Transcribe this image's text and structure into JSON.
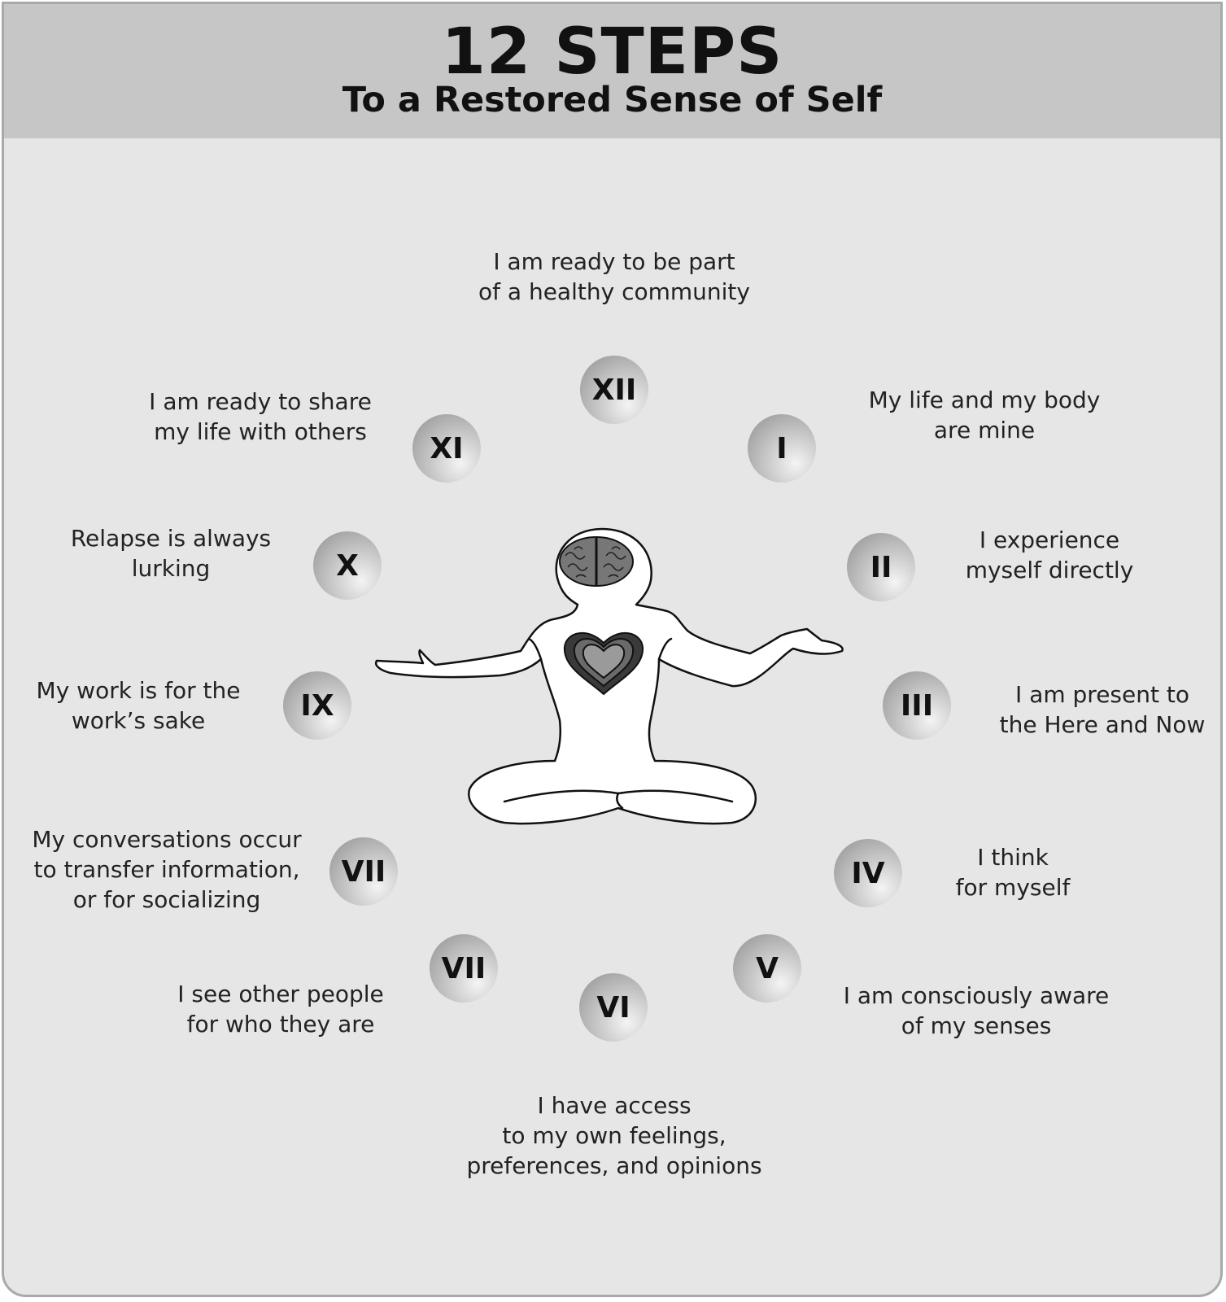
{
  "title": "12 STEPS",
  "subtitle": "To a Restored Sense of Self",
  "steps": [
    {
      "numeral": "XII",
      "lines": [
        "I am ready to be part",
        "of a healthy community"
      ]
    },
    {
      "numeral": "I",
      "lines": [
        "My life and my body",
        "are mine"
      ]
    },
    {
      "numeral": "II",
      "lines": [
        "I experience",
        "myself directly"
      ]
    },
    {
      "numeral": "III",
      "lines": [
        "I am present to",
        "the Here and Now"
      ]
    },
    {
      "numeral": "IV",
      "lines": [
        "I think",
        "for myself"
      ]
    },
    {
      "numeral": "V",
      "lines": [
        "I am consciously aware",
        "of my senses"
      ]
    },
    {
      "numeral": "VI",
      "lines": [
        "I have access",
        "to my own feelings,",
        "preferences, and opinions"
      ]
    },
    {
      "numeral": "VII",
      "lines": [
        "I see other people",
        "for who they are"
      ]
    },
    {
      "numeral": "VII",
      "lines": [
        "My conversations occur",
        "to transfer information,",
        "or for socializing"
      ]
    },
    {
      "numeral": "IX",
      "lines": [
        "My work is for the",
        "work’s sake"
      ]
    },
    {
      "numeral": "X",
      "lines": [
        "Relapse is always",
        "lurking"
      ]
    },
    {
      "numeral": "XI",
      "lines": [
        "I am ready to share",
        "my life with others"
      ]
    }
  ],
  "colors": {
    "background": "#e6e6e6",
    "header": "#c6c6c6",
    "border": "#a9a9a9"
  },
  "icons": [
    "meditating-figure",
    "brain-icon",
    "heart-icon"
  ]
}
